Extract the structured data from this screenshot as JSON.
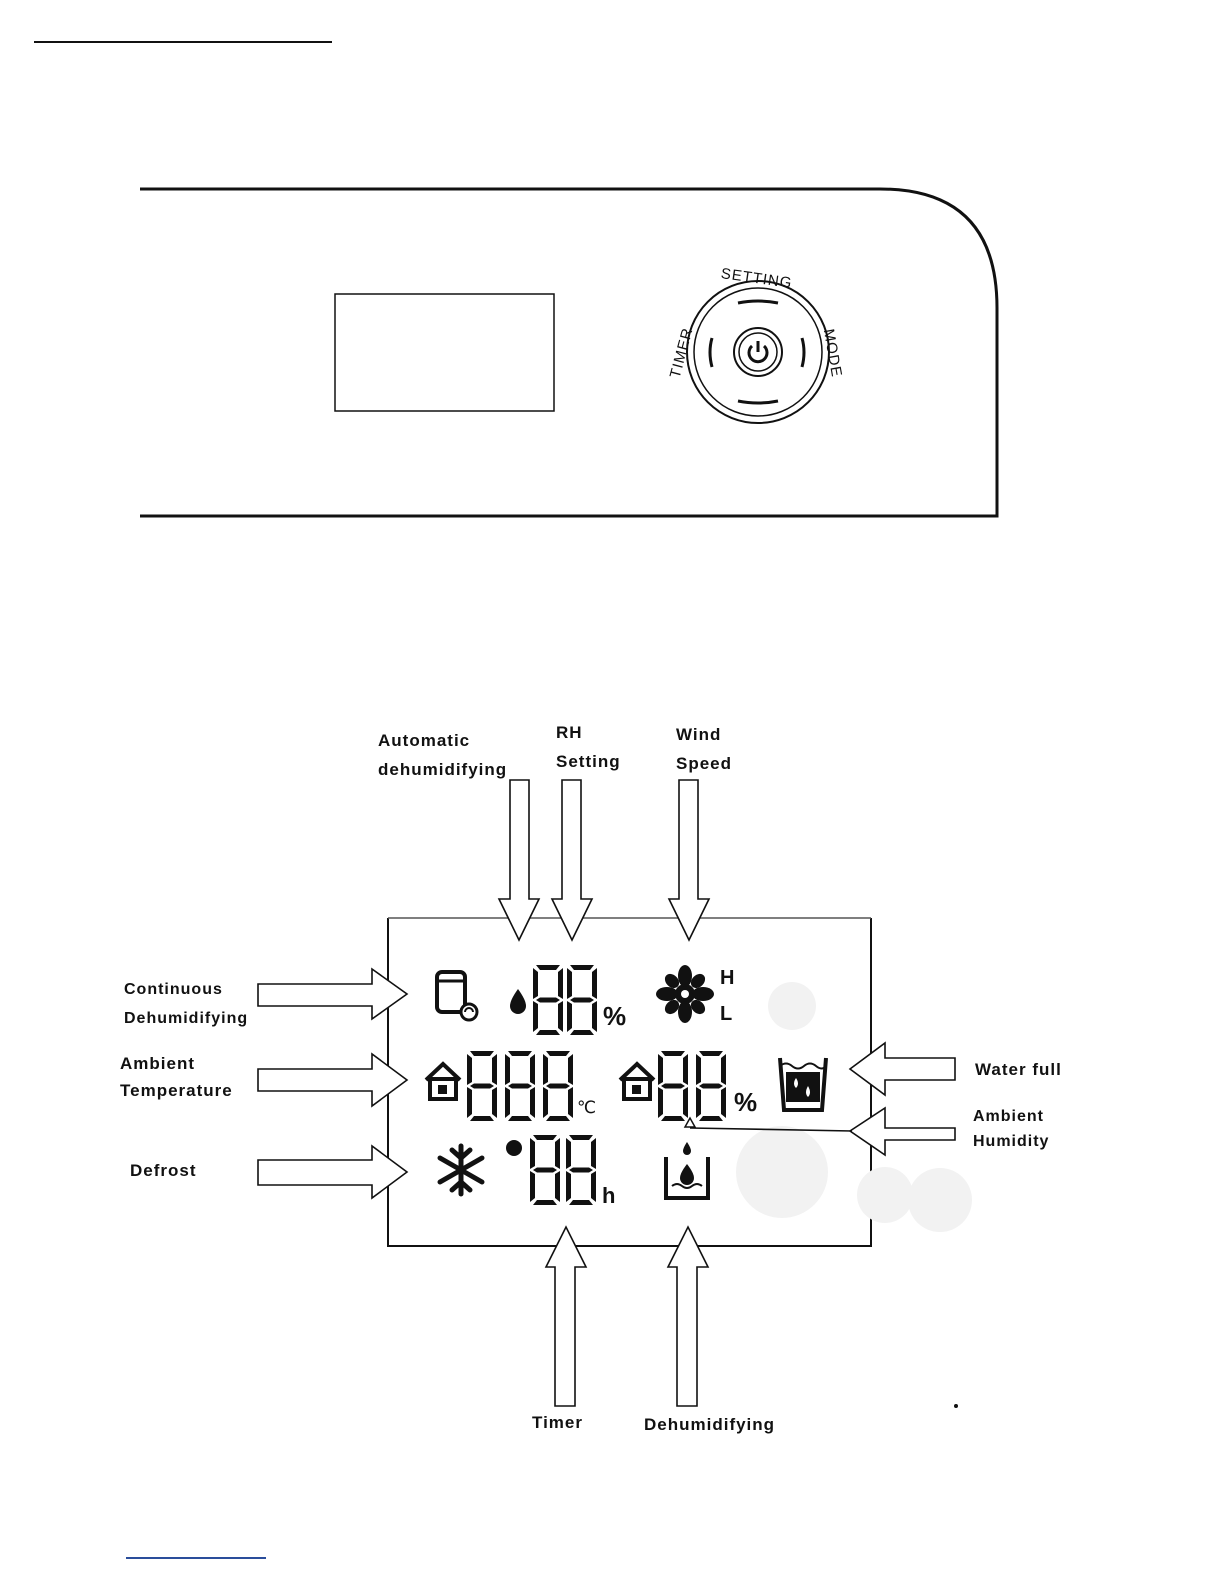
{
  "panel": {
    "buttons": {
      "top": "SETTING",
      "left": "TIMER",
      "right": "MODE",
      "center": "power"
    }
  },
  "lcd": {
    "digits_rh_setting": "88",
    "digits_temperature": "888",
    "digits_humidity": "88",
    "digits_timer": "88",
    "unit_percent": "%",
    "unit_celsius": "℃",
    "unit_hour": "h",
    "speed_high": "H",
    "speed_low": "L"
  },
  "labels": {
    "automatic_1": "Automatic",
    "automatic_2": "dehumidifying",
    "rh_1": "RH",
    "rh_2": "Setting",
    "wind_1": "Wind",
    "wind_2": "Speed",
    "continuous_1": "Continuous",
    "continuous_2": "Dehumidifying",
    "ambient_temp_1": "Ambient",
    "ambient_temp_2": "Temperature",
    "defrost": "Defrost",
    "water_full": "Water full",
    "ambient_hum_1": "Ambient",
    "ambient_hum_2": "Humidity",
    "timer": "Timer",
    "dehumidifying": "Dehumidifying"
  },
  "icons": {
    "continuous": "continuous-dehumidify-icon",
    "rh_drop": "water-drop-icon",
    "fan": "fan-icon",
    "house": "house-icon",
    "water_full": "water-bucket-full-icon",
    "defrost": "snowflake-icon",
    "dehumidifying": "dehumidifying-bucket-icon",
    "power": "power-icon"
  },
  "colors": {
    "line": "#111111",
    "lcd_segment": "#111111"
  }
}
